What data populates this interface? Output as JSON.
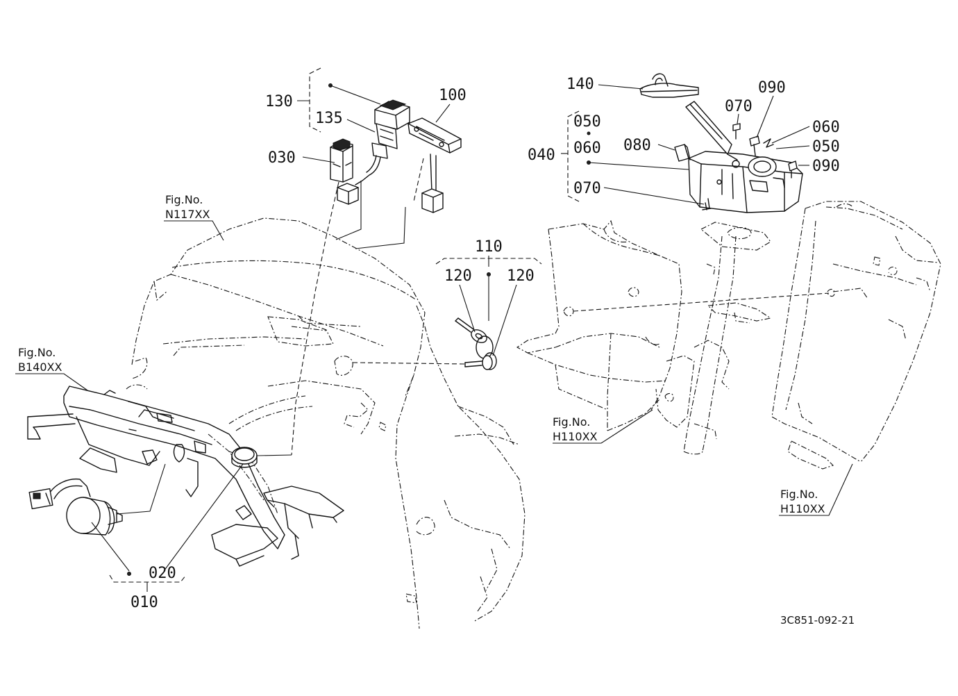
{
  "labels": {
    "l130": "130",
    "l135": "135",
    "l100": "100",
    "l030": "030",
    "l110": "110",
    "l120a": "120",
    "l120b": "120",
    "l020": "020",
    "l010": "010",
    "l140": "140",
    "l090a": "090",
    "l070a": "070",
    "l060a": "060",
    "l050a": "050",
    "l090b": "090",
    "l050b": "050",
    "l060b": "060",
    "l040": "040",
    "l080": "080",
    "l070b": "070"
  },
  "figrefs": {
    "n117_title": "Fig.No.",
    "n117_code": "N117XX",
    "b140_title": "Fig.No.",
    "b140_code": "B140XX",
    "h110a_title": "Fig.No.",
    "h110a_code": "H110XX",
    "h110b_title": "Fig.No.",
    "h110b_code": "H110XX"
  },
  "drawing_ref": "3C851-092-21"
}
